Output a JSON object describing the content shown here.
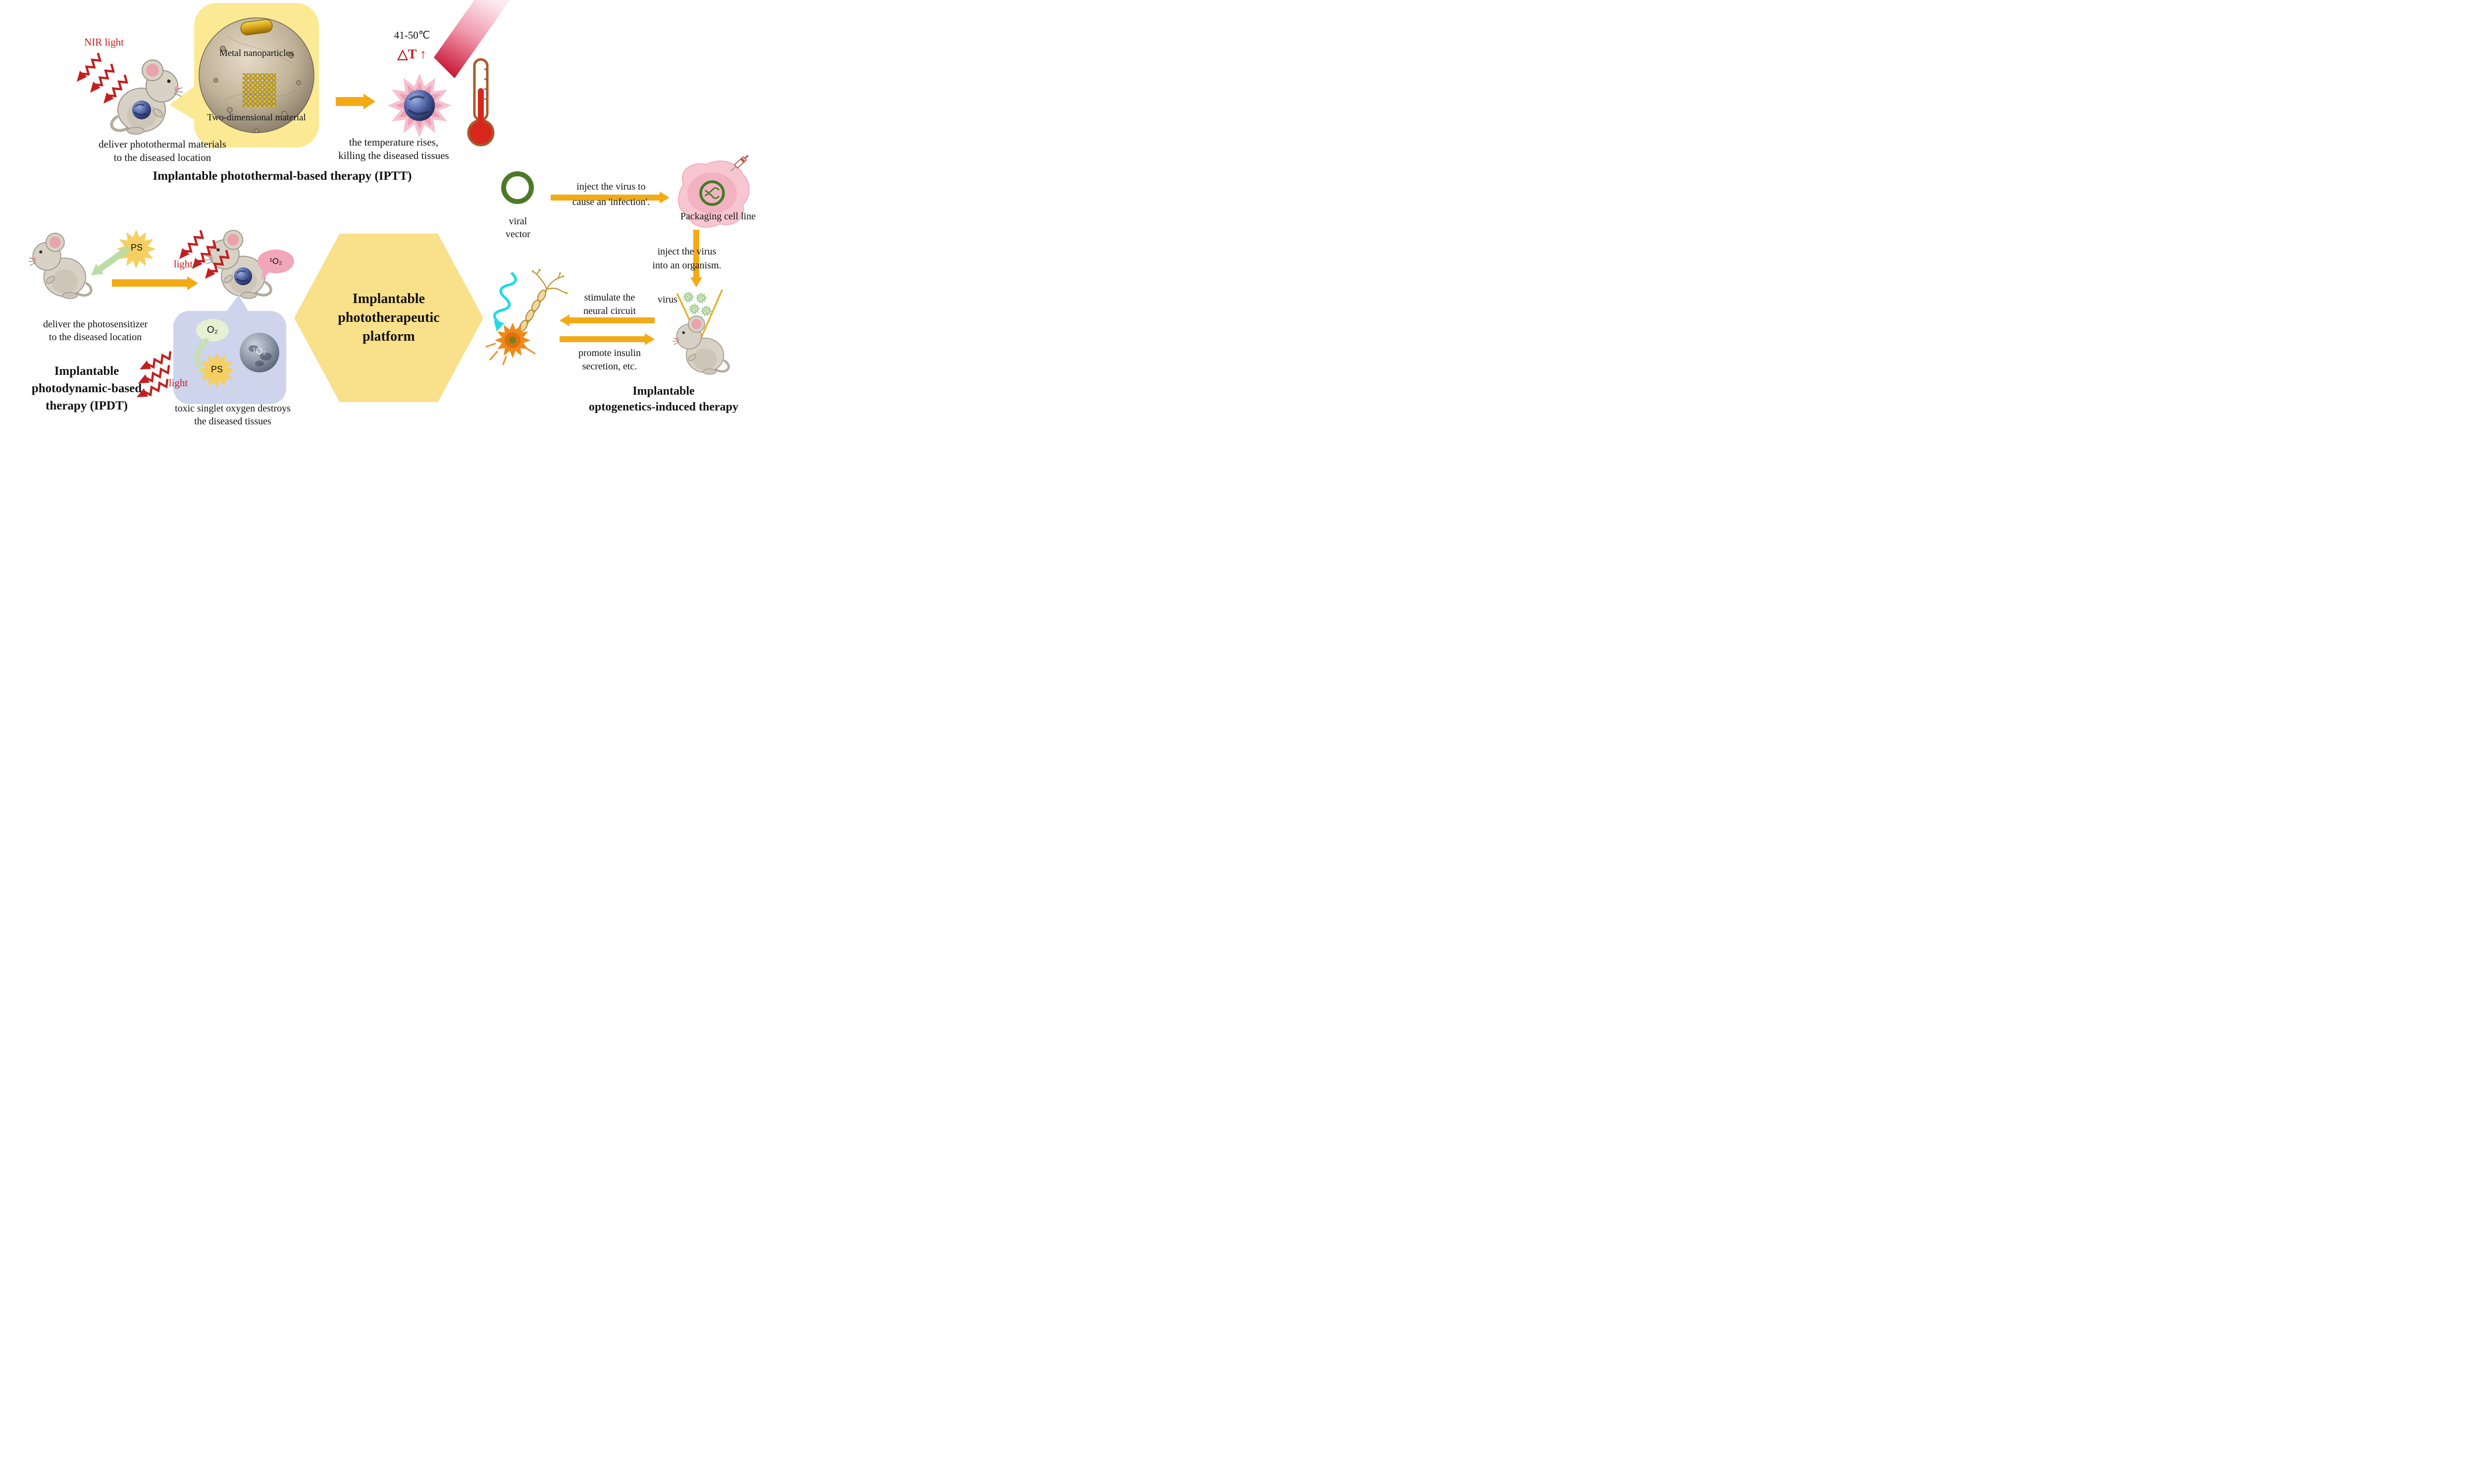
{
  "colors": {
    "arrow_yellow": "#f3ab15",
    "nir_red": "#bf1d1d",
    "callout_yellow": "#fce994",
    "hexagon_yellow": "#f9e08a",
    "ipdt_box_blue": "#cdd4ec",
    "starburst_pink": "#f3b5c4",
    "viral_vector_green": "#4c7a27"
  },
  "iptt": {
    "nir_light_label": "NIR light",
    "metal_nanoparticles_label": "Metal nanoparticles",
    "two_dimensional_label": "Two-dimensional material",
    "deliver_caption": "deliver photothermal materials\nto the diseased location",
    "temperature_range": "41-50℃",
    "delta_t": "△T ↑",
    "temperature_caption": "the temperature rises,\nkilling the diseased tissues",
    "title": "Implantable photothermal-based therapy (IPTT)"
  },
  "platform": {
    "label": "Implantable\nphototherapeutic\nplatform"
  },
  "ipdt": {
    "ps_label": "PS",
    "light_label": "light",
    "singlet_oxygen_label": "¹O₂",
    "oxygen_label": "O₂",
    "deliver_caption": "deliver the photosensitizer\nto the diseased location",
    "toxic_caption": "toxic singlet oxygen destroys\nthe diseased tissues",
    "title": "Implantable\nphotodynamic-based\ntherapy (IPDT)"
  },
  "opto": {
    "viral_vector_label": "viral\nvector",
    "inject_infection_caption": "inject the virus to\ncause an 'infection'.",
    "packaging_cell_label": "Packaging cell line",
    "inject_organism_caption": "inject the virus\ninto an organism.",
    "virus_label": "virus",
    "stimulate_caption": "stimulate the\nneural circuit",
    "promote_caption": "promote insulin\nsecretion, etc.",
    "title": "Implantable\noptogenetics-induced therapy"
  }
}
